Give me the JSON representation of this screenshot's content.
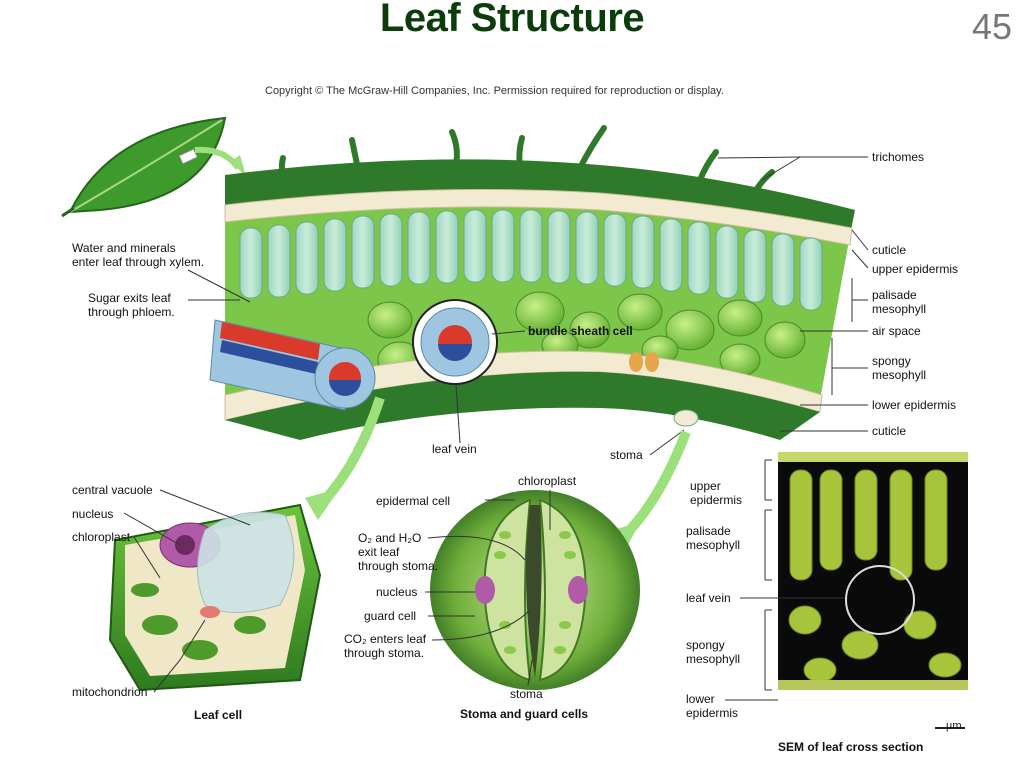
{
  "slide": {
    "title": "Leaf Structure",
    "page_number": "45",
    "copyright": "Copyright © The McGraw-Hill Companies, Inc. Permission required for reproduction or display."
  },
  "labels": {
    "trichomes": "trichomes",
    "cuticle_top": "cuticle",
    "upper_epidermis": "upper epidermis",
    "palisade_1": "palisade",
    "palisade_2": "mesophyll",
    "air_space": "air space",
    "spongy_1": "spongy",
    "spongy_2": "mesophyll",
    "lower_epidermis": "lower epidermis",
    "cuticle_bottom": "cuticle",
    "water_1": "Water and minerals",
    "water_2": "enter leaf through xylem.",
    "sugar_1": "Sugar exits leaf",
    "sugar_2": "through phloem.",
    "bundle_sheath": "bundle sheath cell",
    "leaf_vein": "leaf vein",
    "stoma_top": "stoma"
  },
  "leaf_cell": {
    "central_vacuole": "central vacuole",
    "nucleus": "nucleus",
    "chloroplast": "chloroplast",
    "mitochondrion": "mitochondrion",
    "caption": "Leaf cell"
  },
  "stoma_panel": {
    "chloroplast": "chloroplast",
    "epidermal_cell": "epidermal cell",
    "o2_1": "O₂ and H₂O",
    "o2_2": "exit leaf",
    "o2_3": "through stoma.",
    "nucleus": "nucleus",
    "guard_cell": "guard cell",
    "co2_1": "CO₂ enters leaf",
    "co2_2": "through stoma.",
    "stoma": "stoma",
    "caption": "Stoma and guard cells"
  },
  "sem_panel": {
    "upper_1": "upper",
    "upper_2": "epidermis",
    "palisade_1": "palisade",
    "palisade_2": "mesophyll",
    "leaf_vein": "leaf vein",
    "spongy_1": "spongy",
    "spongy_2": "mesophyll",
    "lower_1": "lower",
    "lower_2": "epidermis",
    "scale": "µm",
    "caption": "SEM of leaf cross section"
  },
  "colors": {
    "title": "#0b3d0b",
    "leaf_dark": "#2f7a2a",
    "leaf_light": "#8fd14f",
    "epidermis": "#f3ead2",
    "vein_blue": "#9fc6e0",
    "xylem_red": "#d93a2b",
    "phloem_blue": "#2c4f9c",
    "arrow_green": "#9be07a"
  }
}
